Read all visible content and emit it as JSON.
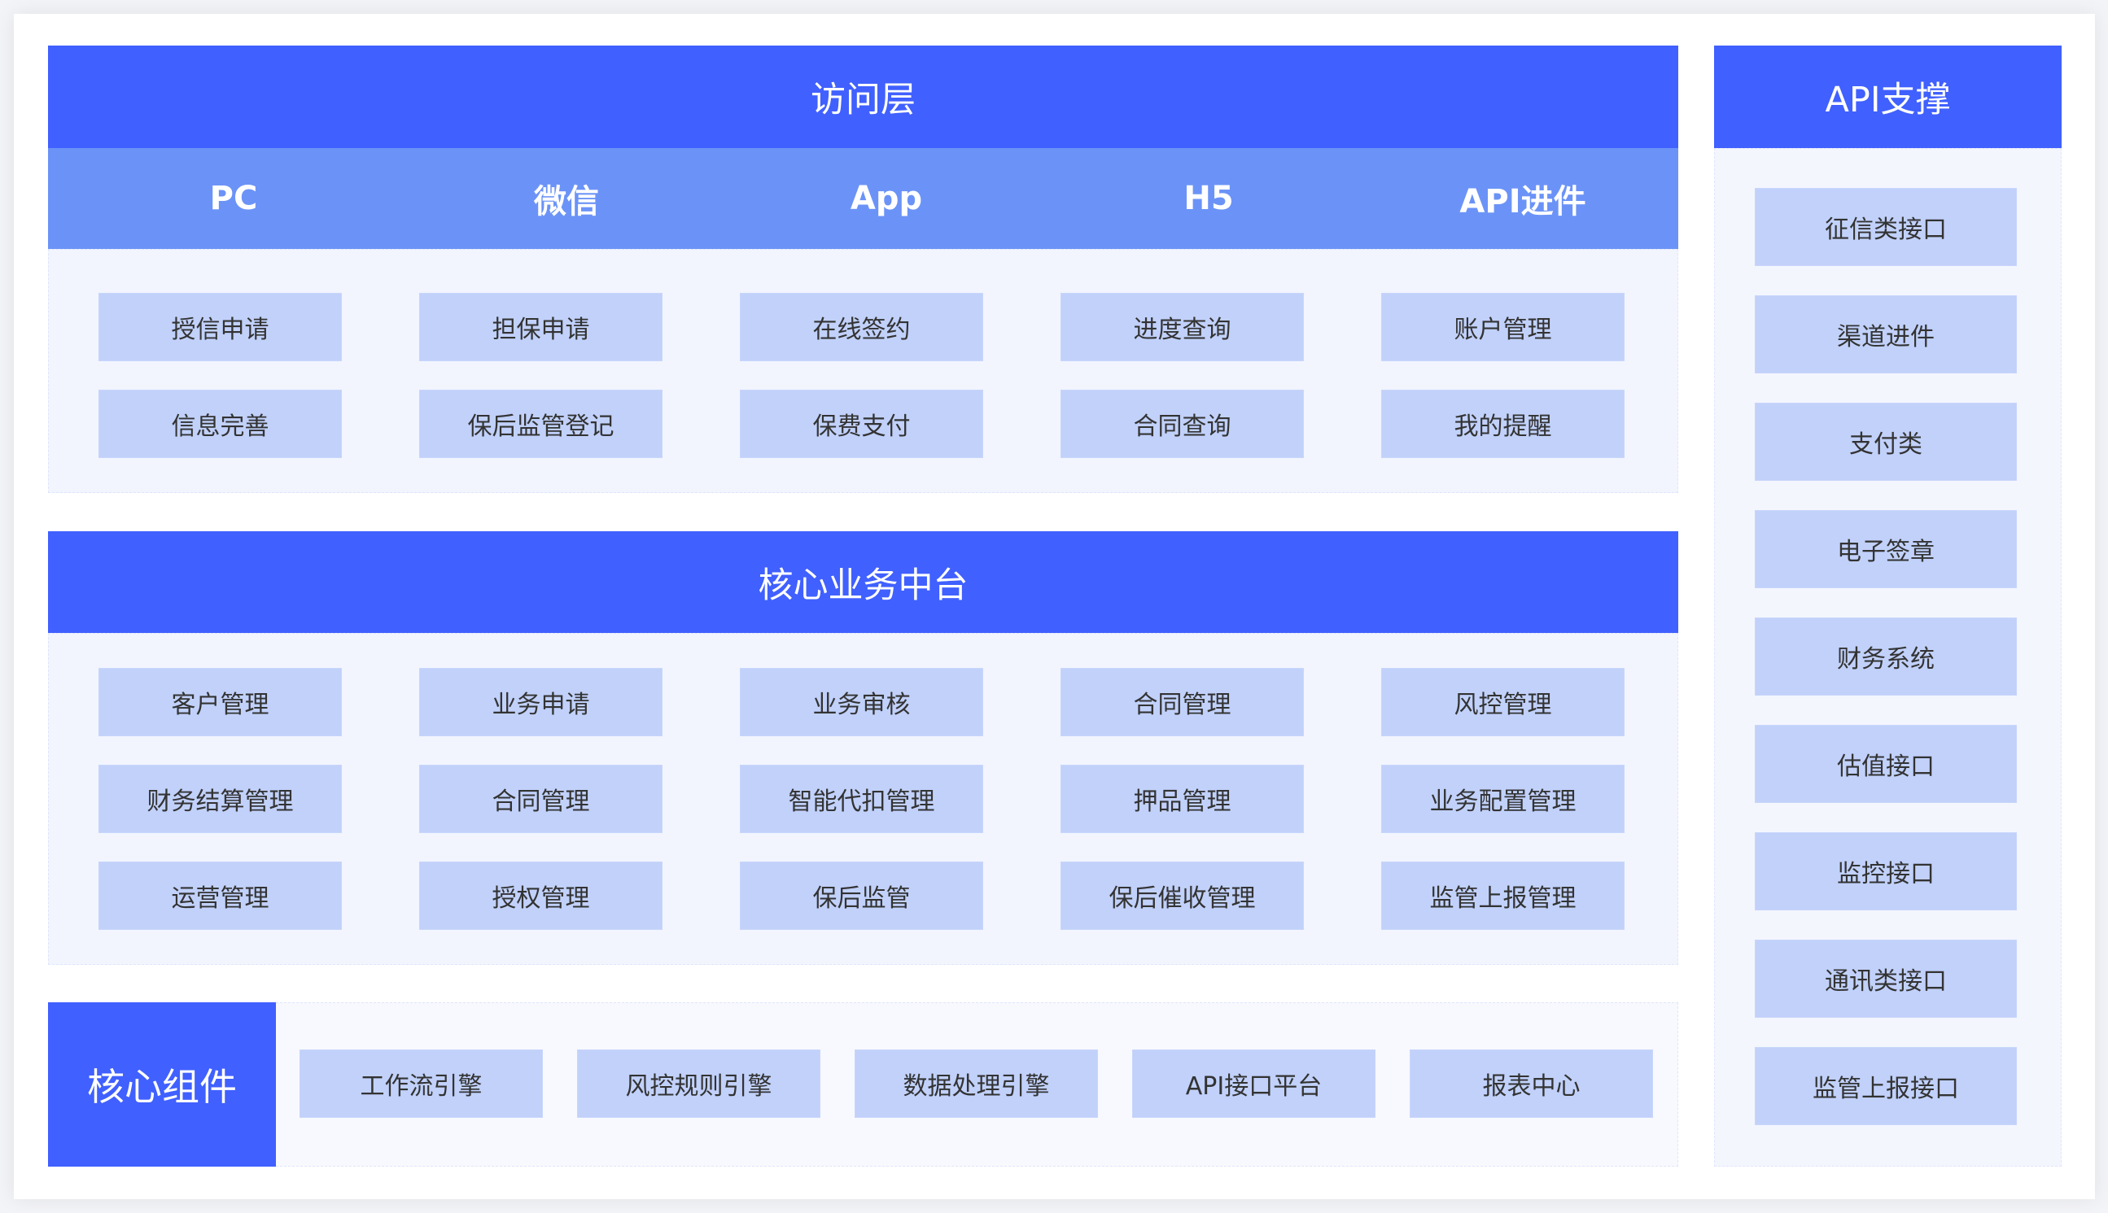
{
  "access_layer": {
    "title": "访问层",
    "channels": [
      "PC",
      "微信",
      "App",
      "H5",
      "API进件"
    ],
    "rows": [
      [
        "授信申请",
        "担保申请",
        "在线签约",
        "进度查询",
        "账户管理"
      ],
      [
        "信息完善",
        "保后监管登记",
        "保费支付",
        "合同查询",
        "我的提醒"
      ]
    ]
  },
  "core_business": {
    "title": "核心业务中台",
    "rows": [
      [
        "客户管理",
        "业务申请",
        "业务审核",
        "合同管理",
        "风控管理"
      ],
      [
        "财务结算管理",
        "合同管理",
        "智能代扣管理",
        "押品管理",
        "业务配置管理"
      ],
      [
        "运营管理",
        "授权管理",
        "保后监管",
        "保后催收管理",
        "监管上报管理"
      ]
    ]
  },
  "core_components": {
    "title": "核心组件",
    "items": [
      "工作流引擎",
      "风控规则引擎",
      "数据处理引擎",
      "API接口平台",
      "报表中心"
    ]
  },
  "api_support": {
    "title": "API支撑",
    "items": [
      "征信类接口",
      "渠道进件",
      "支付类",
      "电子签章",
      "财务系统",
      "估值接口",
      "监控接口",
      "通讯类接口",
      "监管上报接口"
    ]
  },
  "colors": {
    "primary": "#4060ff",
    "secondary": "#6b93f7",
    "box": "#c1d1fa",
    "panel": "#f2f5fe"
  }
}
